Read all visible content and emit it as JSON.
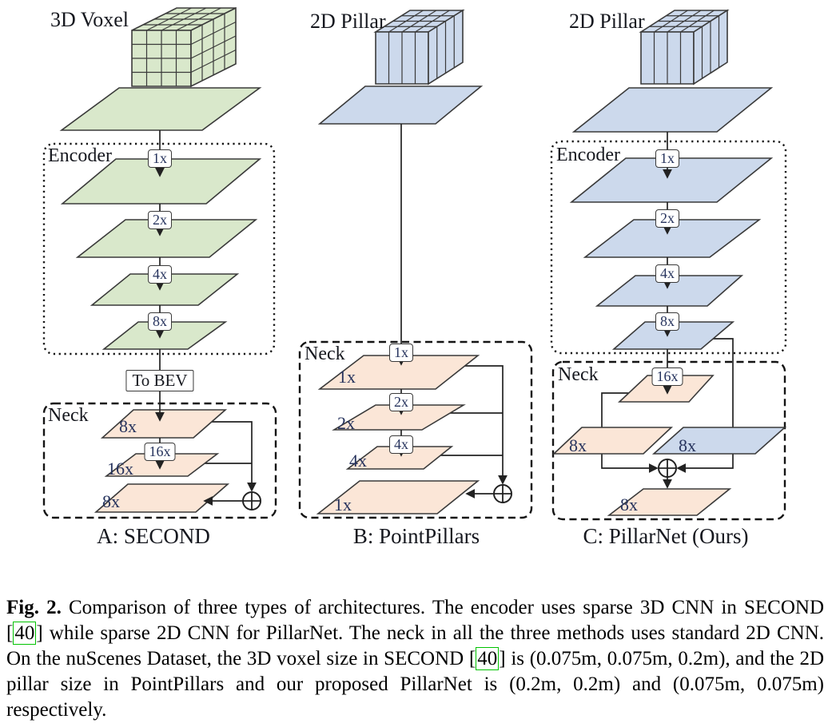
{
  "colors": {
    "voxel_green": "#d9e8cb",
    "pillar_blue": "#ccd9ec",
    "feature_orange": "#fbe6d7",
    "outline": "#3a3a3a",
    "citation_green": "#00c300"
  },
  "columns": {
    "a": {
      "input_type": "3D Voxel",
      "encoder_title": "Encoder",
      "to_bev_label": "To BEV",
      "neck_title": "Neck",
      "flow": {
        "s1": "1x",
        "s2": "2x",
        "s3": "4x",
        "s4": "8x",
        "n1": "16x"
      },
      "planes": {
        "n1": "8x",
        "n2": "16x",
        "n3": "8x"
      },
      "caption": "A: SECOND"
    },
    "b": {
      "input_type": "2D Pillar",
      "neck_title": "Neck",
      "flow": {
        "s1": "1x",
        "s2": "2x",
        "s3": "4x"
      },
      "planes": {
        "n1": "1x",
        "n2": "2x",
        "n3": "4x",
        "n4": "1x"
      },
      "caption": "B: PointPillars"
    },
    "c": {
      "input_type": "2D Pillar",
      "encoder_title": "Encoder",
      "neck_title": "Neck",
      "flow": {
        "s1": "1x",
        "s2": "2x",
        "s3": "4x",
        "s4": "8x",
        "n1": "16x"
      },
      "planes": {
        "n1": "8x",
        "n2": "8x",
        "n3": "8x"
      },
      "caption": "C: PillarNet (Ours)"
    }
  },
  "figure_caption": {
    "tag": "Fig. 2.",
    "part1": "Comparison of three types of architectures. The encoder uses sparse 3D CNN in SECOND",
    "cite_open": "[",
    "cite_num": "40",
    "cite_close": "]",
    "part2": "while sparse 2D CNN for PillarNet. The neck in all the three methods uses standard 2D CNN. On the nuScenes Dataset, the 3D voxel size in SECOND",
    "part3": "is (0.075m, 0.075m, 0.2m), and the 2D pillar size in PointPillars and our proposed PillarNet is (0.2m, 0.2m) and (0.075m, 0.075m) respectively."
  }
}
